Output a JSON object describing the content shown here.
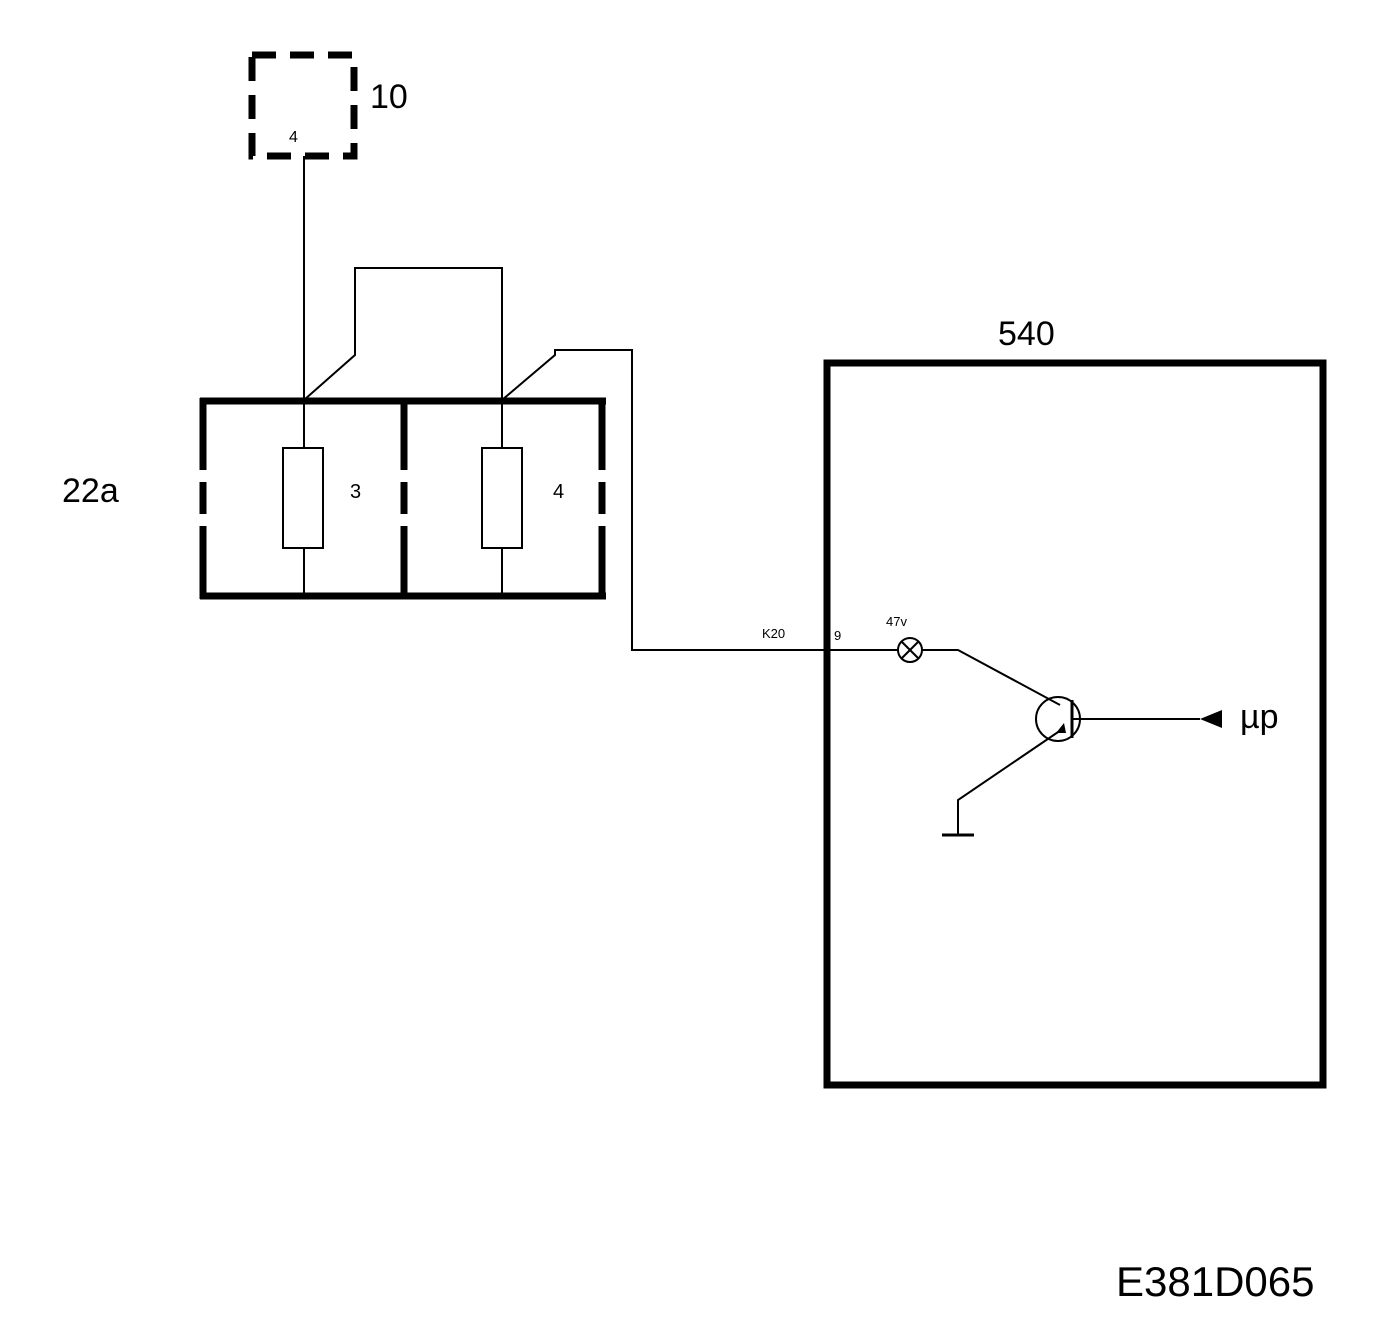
{
  "components": {
    "module_10": {
      "label": "10",
      "pin": "4"
    },
    "fuse_box": {
      "label": "22a",
      "fuses": [
        {
          "number": "3"
        },
        {
          "number": "4"
        }
      ]
    },
    "control_unit": {
      "label": "540",
      "connector": "K20",
      "pin": "9",
      "lamp": "47v",
      "processor": "µp"
    }
  },
  "diagram_code": "E381D065"
}
